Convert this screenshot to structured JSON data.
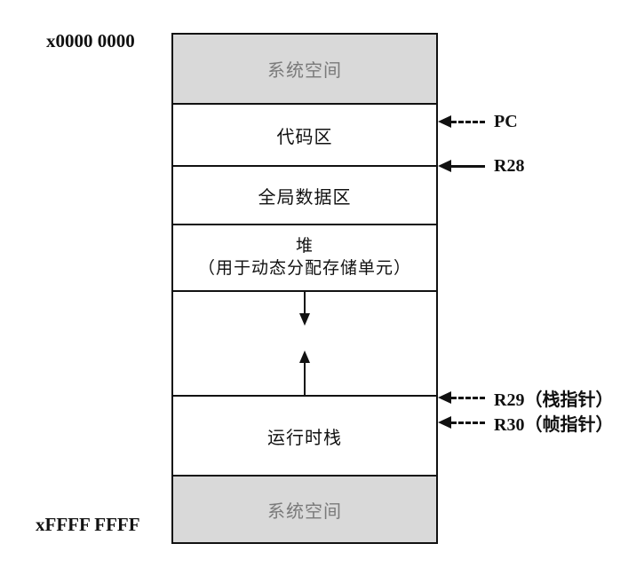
{
  "diagram": {
    "type": "memory-layout",
    "address_top": "x0000 0000",
    "address_bottom": "xFFFF FFFF",
    "sections": [
      {
        "id": "system-top",
        "label": "系统空间"
      },
      {
        "id": "code",
        "label": "代码区"
      },
      {
        "id": "global-data",
        "label": "全局数据区"
      },
      {
        "id": "heap",
        "line1": "堆",
        "line2": "（用于动态分配存储单元）"
      },
      {
        "id": "free-space",
        "label": ""
      },
      {
        "id": "runtime-stack",
        "label": "运行时栈"
      },
      {
        "id": "system-bottom",
        "label": "系统空间"
      }
    ],
    "pointers": [
      {
        "label": "PC",
        "line_style": "dashed",
        "points_to": "code"
      },
      {
        "label": "R28",
        "line_style": "solid",
        "points_to": "global-data-top"
      },
      {
        "label": "R29（栈指针）",
        "line_style": "dashed",
        "points_to": "stack-top"
      },
      {
        "label": "R30（帧指针）",
        "line_style": "dashed",
        "points_to": "frame"
      }
    ],
    "growth_arrows": {
      "heap_direction": "down",
      "stack_direction": "up"
    },
    "colors": {
      "system_fill": "#d9d9d9",
      "system_text": "#7a7a7a",
      "line": "#111111",
      "background": "#ffffff"
    }
  }
}
